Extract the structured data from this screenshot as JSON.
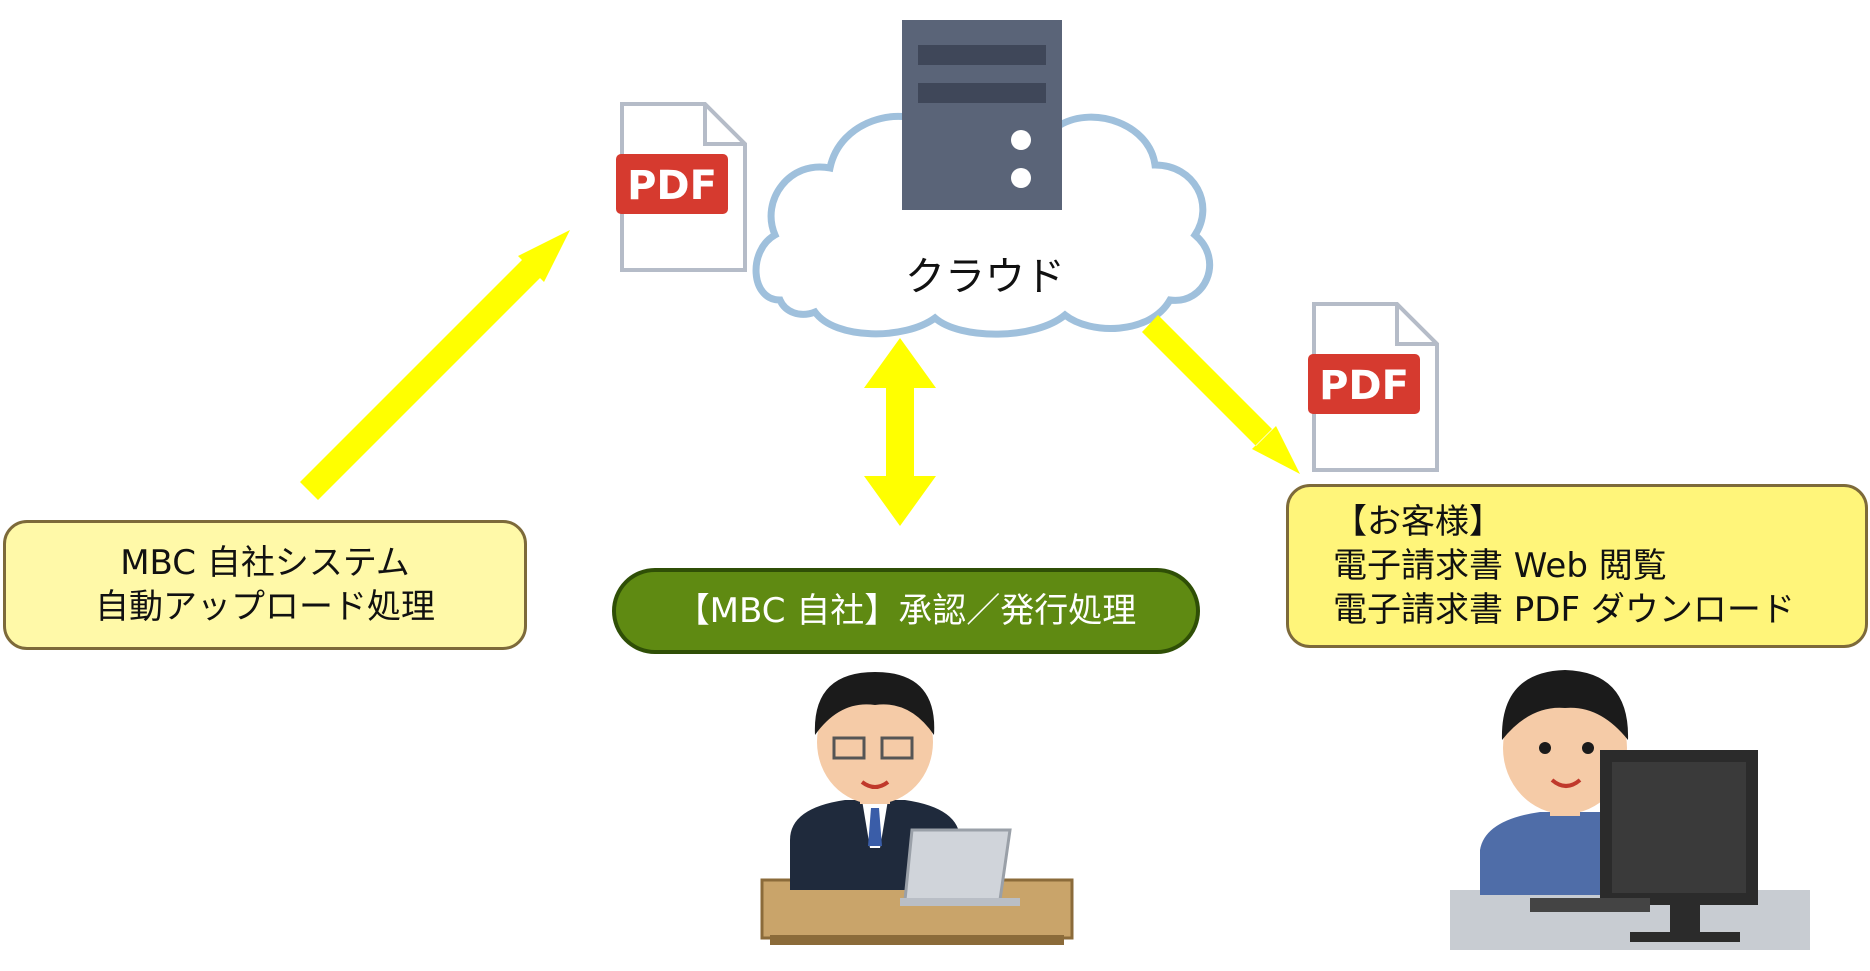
{
  "cloud": {
    "label": "クラウド"
  },
  "pdf_icon": {
    "text": "PDF"
  },
  "left_box": {
    "line1": "MBC 自社システム",
    "line2": "自動アップロード処理"
  },
  "mid_box": {
    "label": "【MBC 自社】承認／発行処理"
  },
  "right_box": {
    "line1": "【お客様】",
    "line2": "電子請求書 Web 閲覧",
    "line3": "電子請求書 PDF ダウンロード"
  },
  "colors": {
    "arrow": "#ffff00",
    "left_box_fill": "#fff9a8",
    "mid_box_fill": "#5f8a12",
    "right_box_fill": "#fff57a",
    "pdf_red": "#d63a2f",
    "server": "#5a6478",
    "cloud_outline": "#9fc0dc"
  }
}
